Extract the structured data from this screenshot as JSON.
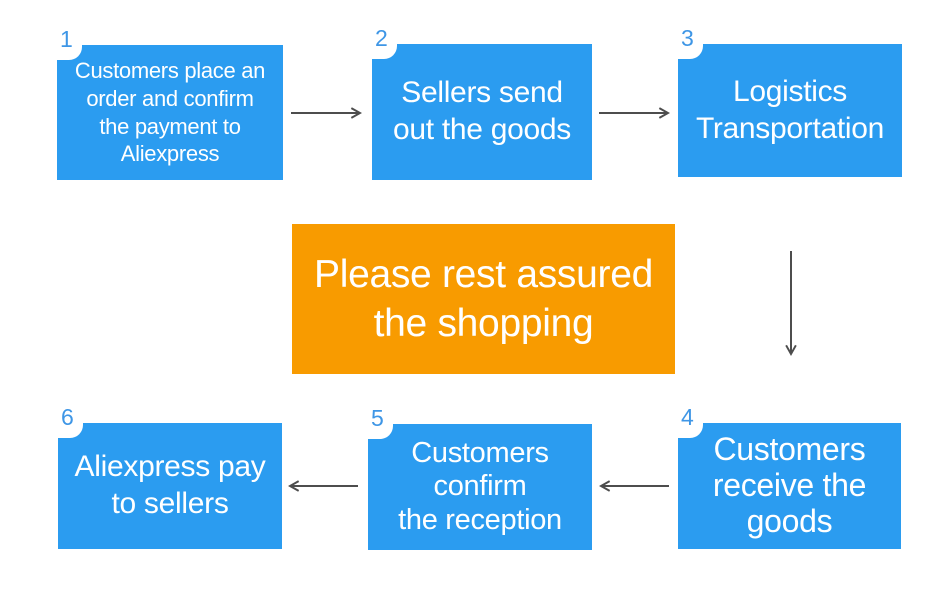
{
  "boxes": [
    {
      "number": "1",
      "text": "Customers place an\norder and confirm\nthe payment to\nAliexpress"
    },
    {
      "number": "2",
      "text": "Sellers send\nout the goods"
    },
    {
      "number": "3",
      "text": "Logistics\nTransportation"
    },
    {
      "number": "4",
      "text": "Customers\nreceive the\ngoods"
    },
    {
      "number": "5",
      "text": "Customers\nconfirm\nthe reception"
    },
    {
      "number": "6",
      "text": "Aliexpress pay\nto sellers"
    }
  ],
  "banner": {
    "text": "Please rest assured\nthe shopping"
  },
  "flow": [
    {
      "from": "1",
      "to": "2",
      "direction": "right"
    },
    {
      "from": "2",
      "to": "3",
      "direction": "right"
    },
    {
      "from": "3",
      "to": "4",
      "direction": "down"
    },
    {
      "from": "4",
      "to": "5",
      "direction": "left"
    },
    {
      "from": "5",
      "to": "6",
      "direction": "left"
    }
  ],
  "colors": {
    "step_blue": "#2b9cf0",
    "banner_orange": "#f89b00",
    "number_blue": "#3e96e6",
    "arrow_gray": "#4d4d4d",
    "text": "#ffffff",
    "background": "#ffffff"
  }
}
